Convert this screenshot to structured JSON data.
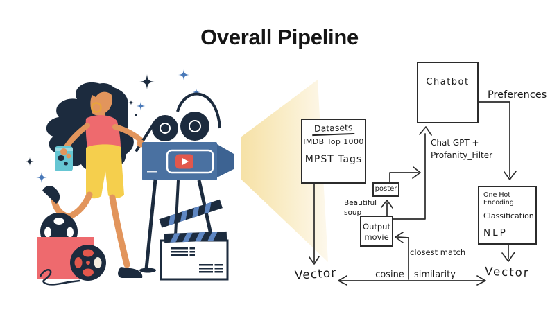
{
  "title": "Overall Pipeline",
  "diagram": {
    "boxes": {
      "datasets": {
        "title": "Datasets",
        "line1": "IMDB Top 1000",
        "line2": "MPST Tags"
      },
      "chatbot": {
        "label": "Chatbot"
      },
      "poster": {
        "label": "poster"
      },
      "output": {
        "line1": "Output",
        "line2": "movie"
      },
      "onehot": {
        "line1": "One Hot Encoding",
        "line2": "Classification",
        "line3": "NLP"
      }
    },
    "labels": {
      "preferences": "Preferences",
      "chatgpt_line1": "Chat GPT +",
      "chatgpt_line2": "Profanity_Filter",
      "beautiful_line1": "Beautiful",
      "beautiful_line2": "soup",
      "closest_match": "closest match",
      "cosine_similarity": "cosine similarity",
      "vector_left": "Vector",
      "vector_right": "Vector"
    },
    "stroke_color": "#2b2b2b"
  },
  "illustration": {
    "description": "woman with movie camera, tripod, clapperboard, film reels, sparkles, light beam",
    "colors": {
      "navy": "#1C2B3E",
      "coral": "#EE6A6E",
      "yellow": "#F5CF4D",
      "camera_blue": "#4A71A1",
      "lens_blue": "#3D6392",
      "teal": "#66C6D3",
      "skin": "#E2955C",
      "play_red": "#E2574C",
      "stripe_blue": "#5E86C2",
      "beam_gold": "#F6E1A6",
      "beam_pale": "#FDF8EC",
      "earring_gold": "#E8A33D"
    }
  }
}
